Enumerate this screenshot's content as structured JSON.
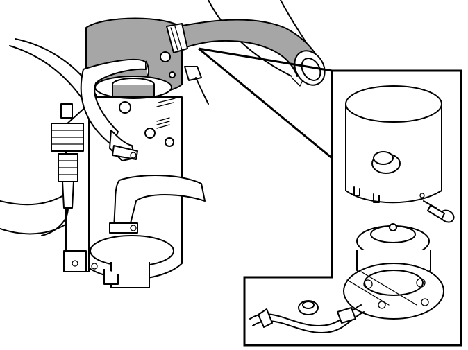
{
  "figure": {
    "colors": {
      "line": "#000000",
      "background": "#ffffff",
      "highlight": "#a6a6a6"
    },
    "parts": {
      "main_assembly": "heater-assembly",
      "highlighted_part": "burner-housing-cover",
      "detail_view": "magnified-detail",
      "icons": [
        "hose",
        "hose-clamp",
        "screw",
        "electrical-connector",
        "gasket"
      ]
    }
  }
}
